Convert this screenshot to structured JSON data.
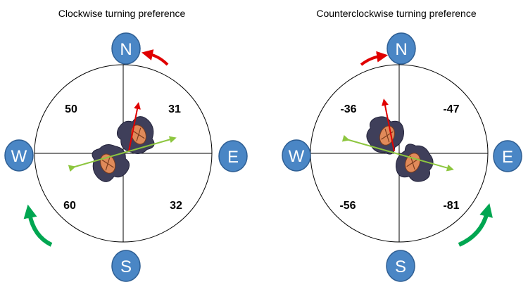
{
  "panels": [
    {
      "title": "Clockwise turning preference",
      "quadrants": {
        "nw": "50",
        "ne": "31",
        "sw": "60",
        "se": "32"
      },
      "directions": {
        "n": "N",
        "e": "E",
        "s": "S",
        "w": "W"
      },
      "turn": "clockwise"
    },
    {
      "title": "Counterclockwise turning preference",
      "quadrants": {
        "nw": "-36",
        "ne": "-47",
        "sw": "-56",
        "se": "-81"
      },
      "directions": {
        "n": "N",
        "e": "E",
        "s": "S",
        "w": "W"
      },
      "turn": "counterclockwise"
    }
  ],
  "colors": {
    "compass_badge": "#4a86c5",
    "compass_badge_border": "#2f5f94",
    "red_arrow": "#e00000",
    "green_arrow": "#00a651",
    "vector_green": "#8dc63f",
    "animal_body": "#3f3f5a",
    "animal_skin": "#e08a5a"
  },
  "icons": [
    "compass-badge-icon",
    "turn-arrow-icon",
    "animal-pair-icon"
  ]
}
